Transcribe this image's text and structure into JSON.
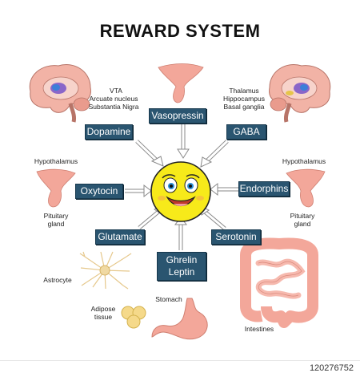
{
  "title": "REWARD SYSTEM",
  "hormones": {
    "dopamine": "Dopamine",
    "vasopressin": "Vasopressin",
    "gaba": "GABA",
    "oxytocin": "Oxytocin",
    "endorphins": "Endorphins",
    "glutamate": "Glutamate",
    "serotonin": "Serotonin",
    "ghrelin": "Ghrelin",
    "leptin": "Leptin"
  },
  "labels": {
    "vta": "VTA",
    "arcuate": "Arcuate nucleus",
    "substantia": "Substantia Nigra",
    "thalamus": "Thalamus",
    "hippocampus": "Hippocampus",
    "basal": "Basal ganglia",
    "hypothalamus_left": "Hypothalamus",
    "hypothalamus_right": "Hypothalamus",
    "pituitary_left_1": "Pituitary",
    "pituitary_left_2": "gland",
    "pituitary_right_1": "Pituitary",
    "pituitary_right_2": "gland",
    "astrocyte": "Astrocyte",
    "adipose_1": "Adipose",
    "adipose_2": "tissue",
    "stomach": "Stomach",
    "intestines": "Intestines"
  },
  "footer": {
    "stock_id": "120276752"
  },
  "colors": {
    "box": "#2a5570",
    "smiley": "#f7ea1a",
    "arrow": "#888888",
    "pink": "#f3a79a"
  }
}
